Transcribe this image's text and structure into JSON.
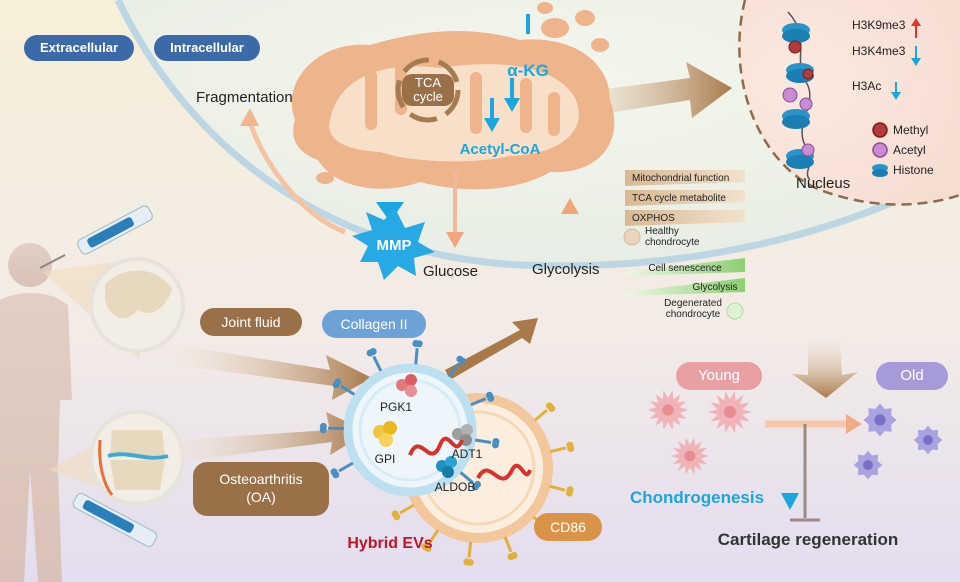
{
  "regions": {
    "extracellular": "Extracellular",
    "intracellular": "Intracellular"
  },
  "mito": {
    "tca": "TCA\ncycle",
    "akg": "α-KG",
    "acetyl": "Acetyl-CoA",
    "mmp": "MMP",
    "fragmentation": "Fragmentation",
    "glucose": "Glucose",
    "glycolysis": "Glycolysis"
  },
  "nucleus": {
    "label": "Nucleus",
    "h3k9": "H3K9me3",
    "h3k4": "H3K4me3",
    "h3ac": "H3Ac",
    "methyl": "Methyl",
    "acetyl": "Acetyl",
    "histone": "Histone"
  },
  "comparison": {
    "healthy_bars": [
      "Mitochondrial function",
      "TCA cycle metabolite",
      "OXPHOS"
    ],
    "healthy": "Healthy\nchondrocyte",
    "degenerated_bars": [
      "Cell senescence",
      "Glycolysis"
    ],
    "degenerated": "Degenerated\nchondrocyte"
  },
  "sources": {
    "joint_fluid": "Joint fluid",
    "oa": "Osteoarthritis\n(OA)"
  },
  "ev": {
    "collagen": "Collagen II",
    "cd86": "CD86",
    "pgk1": "PGK1",
    "gpi": "GPI",
    "adt1": "ADT1",
    "aldob": "ALDOB",
    "hybrid": "Hybrid EVs"
  },
  "outcome": {
    "young": "Young",
    "old": "Old",
    "chondrogenesis": "Chondrogenesis",
    "regeneration": "Cartilage regeneration"
  },
  "colors": {
    "cyan": "#1aa6df",
    "dark_red": "#c0142a",
    "brown": "#9a7048",
    "arrow_brown": "#a9794a"
  }
}
